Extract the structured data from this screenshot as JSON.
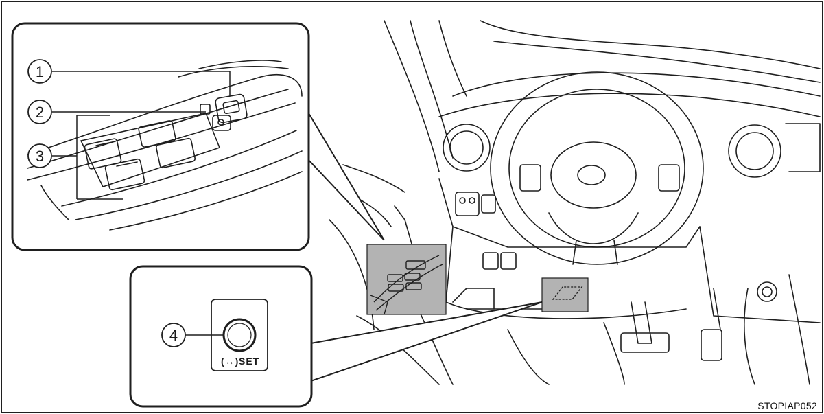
{
  "figure": {
    "code": "STOPIAP052",
    "callouts": [
      {
        "id": "1"
      },
      {
        "id": "2"
      },
      {
        "id": "3"
      },
      {
        "id": "4"
      }
    ],
    "set_button_label": "SET",
    "set_icon_glyph": "(↔)"
  },
  "colors": {
    "line": "#1f1f1f",
    "highlight": "#b3b3b3",
    "panel_border": "#1f1f1f",
    "background": "#ffffff"
  },
  "icons": [
    "steering-wheel-icon",
    "mirror-switch-icon",
    "window-switch-panel-icon",
    "set-button-icon"
  ]
}
